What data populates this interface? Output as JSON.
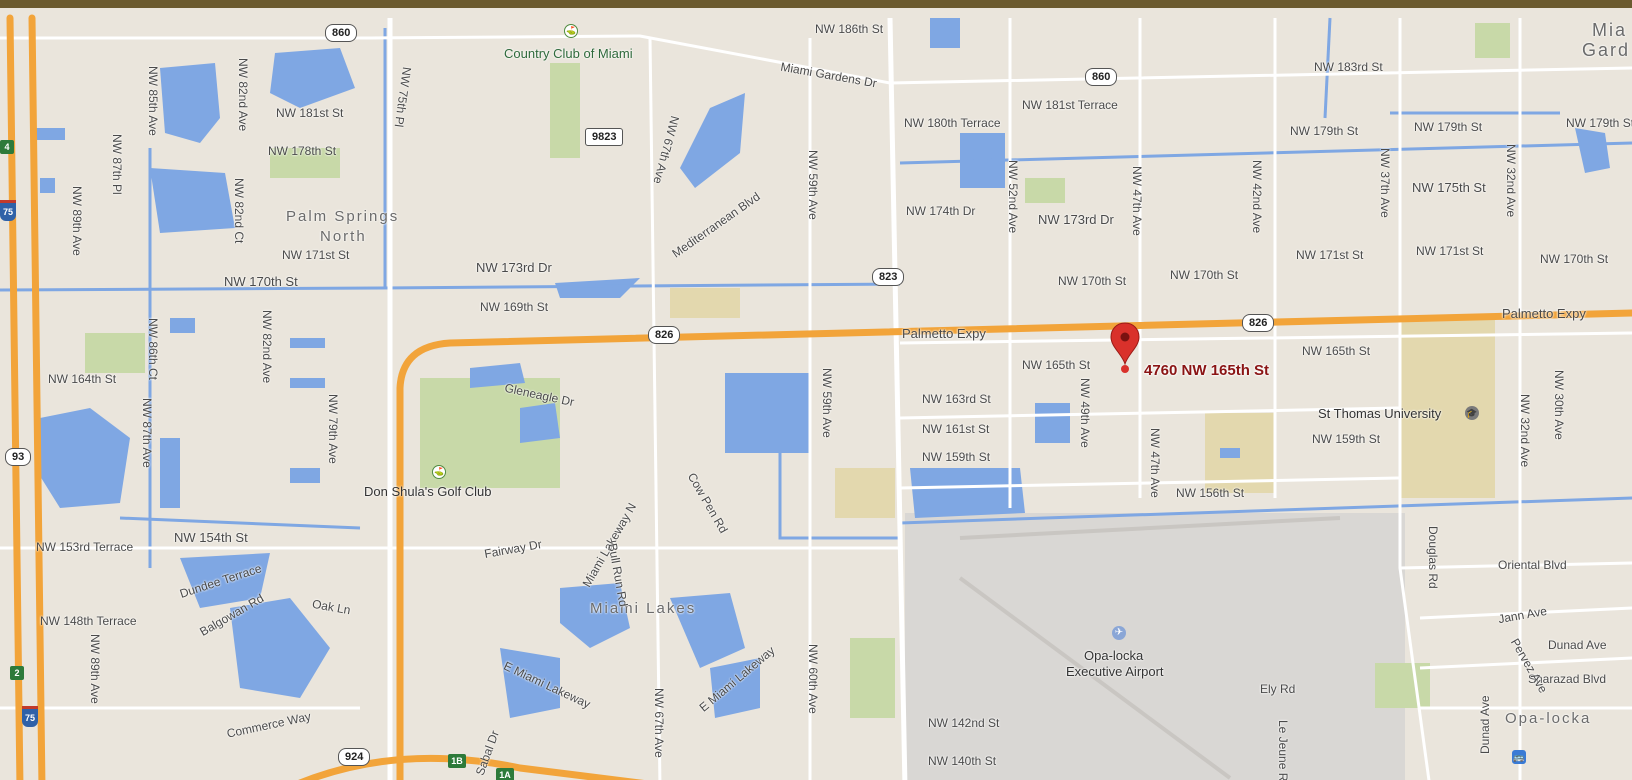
{
  "marker": {
    "address": "4760 NW 165th St",
    "color": "#d9312b"
  },
  "areas": {
    "palm_springs_1": "Palm Springs",
    "palm_springs_2": "North",
    "miami_lakes": "Miami Lakes",
    "opa_locka": "Opa-locka",
    "miami_gardens_1": "Mia",
    "miami_gardens_2": "Gard"
  },
  "pois": {
    "country_club": "Country Club of Miami",
    "don_shula": "Don Shula's Golf Club",
    "st_thomas": "St Thomas University",
    "airport_1": "Opa-locka",
    "airport_2": "Executive Airport"
  },
  "shields": {
    "s860a": "860",
    "s860b": "860",
    "s9823": "9823",
    "s823": "823",
    "s826a": "826",
    "s826b": "826",
    "s93": "93",
    "s924": "924",
    "i75a": "75",
    "i75b": "75",
    "g4": "4",
    "g2": "2",
    "g1b": "1B",
    "g1a": "1A"
  },
  "streets": {
    "nw186": "NW 186th St",
    "miami_gardens_dr": "Miami Gardens Dr",
    "nw183": "NW 183rd St",
    "nw181a": "NW 181st St",
    "nw181t": "NW 181st Terrace",
    "nw180t": "NW 180th Terrace",
    "nw179a": "NW 179th St",
    "nw179b": "NW 179th St",
    "nw179c": "NW 179th St",
    "nw178": "NW 178th St",
    "nw175": "NW 175th St",
    "nw174dr": "NW 174th Dr",
    "nw173dr_a": "NW 173rd Dr",
    "nw173dr_b": "NW 173rd Dr",
    "nw171a": "NW 171st St",
    "nw171b": "NW 171st St",
    "nw171c": "NW 171st St",
    "nw170a": "NW 170th St",
    "nw170b": "NW 170th St",
    "nw170c": "NW 170th St",
    "nw170d": "NW 170th St",
    "nw169": "NW 169th St",
    "palmetto_a": "Palmetto Expy",
    "palmetto_b": "Palmetto Expy",
    "nw165a": "NW 165th St",
    "nw165b": "NW 165th St",
    "nw164": "NW 164th St",
    "nw163": "NW 163rd St",
    "nw161": "NW 161st St",
    "nw159a": "NW 159th St",
    "nw159b": "NW 159th St",
    "nw156": "NW 156th St",
    "nw154": "NW 154th St",
    "nw153t": "NW 153rd Terrace",
    "nw148t": "NW 148th Terrace",
    "nw142": "NW 142nd St",
    "nw140": "NW 140th St",
    "gleneagle": "Gleneagle Dr",
    "fairway": "Fairway Dr",
    "oak_ln": "Oak Ln",
    "dundee": "Dundee Terrace",
    "balgowan": "Balgowan Rd",
    "commerce": "Commerce Way",
    "e_miami_lakeway_a": "E Miami Lakeway",
    "e_miami_lakeway_b": "E Miami Lakeway",
    "miami_lakeway_n": "Miami Lakeway N",
    "bull_run": "Bull Run Rd",
    "cow_pen": "Cow Pen Rd",
    "sabal": "Sabal Dr",
    "mediterranean": "Mediterranean Blvd",
    "oriental": "Oriental Blvd",
    "jann": "Jann Ave",
    "dunad_ave": "Dunad Ave",
    "sharazad": "Sharazad Blvd",
    "ely": "Ely Rd",
    "nw85": "NW 85th Ave",
    "nw87pl": "NW 87th Pl",
    "nw89a": "NW 89th Ave",
    "nw82nd_a": "NW 82nd Ave",
    "nw82ct": "NW 82nd Ct",
    "nw75pl": "NW 75th Pl",
    "nw67a": "NW 67th Ave",
    "nw59a": "NW 59th Ave",
    "nw59b": "NW 59th Ave",
    "nw52": "NW 52nd Ave",
    "nw47a": "NW 47th Ave",
    "nw42": "NW 42nd Ave",
    "nw37": "NW 37th Ave",
    "nw32a": "NW 32nd Ave",
    "nw86ct": "NW 86th Ct",
    "nw82nd_b": "NW 82nd Ave",
    "nw79": "NW 79th Ave",
    "nw87": "NW 87th Ave",
    "nw89b": "NW 89th Ave",
    "nw49": "NW 49th Ave",
    "nw47b": "NW 47th Ave",
    "nw32b": "NW 32nd Ave",
    "nw30": "NW 30th Ave",
    "nw67b": "NW 67th Ave",
    "nw60": "NW 60th Ave",
    "douglas": "Douglas Rd",
    "le_jeune": "Le Jeune R",
    "pervez": "Pervez Ave",
    "dunad_rd": "Dunad Ave"
  },
  "colors": {
    "land": "#eae5dc",
    "water": "#7fa7e3",
    "park": "#c8d9a8",
    "freeway": "#f2a43a",
    "airport": "#d9d7d4",
    "frame": "#6b5a2e",
    "marker_text": "#8a1414"
  }
}
